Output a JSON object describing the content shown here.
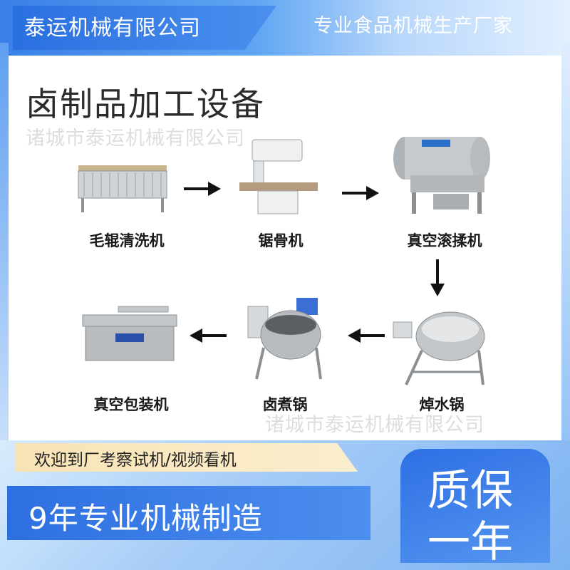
{
  "header": {
    "company": "泰运机械有限公司",
    "slogan": "专业食品机械生产厂家"
  },
  "main": {
    "title": "卤制品加工设备",
    "watermark_1": "诸城市泰运机械有限公司",
    "watermark_2": "诸城市泰运机械有限公司"
  },
  "process": {
    "steps": [
      {
        "label": "毛辊清洗机"
      },
      {
        "label": "锯骨机"
      },
      {
        "label": "真空滚揉机"
      },
      {
        "label": "焯水锅"
      },
      {
        "label": "卤煮锅"
      },
      {
        "label": "真空包装机"
      }
    ]
  },
  "footer": {
    "welcome": "欢迎到厂考察试机/视频看机",
    "years": "9年专业机械制造",
    "warranty_line1": "质保",
    "warranty_line2": "一年"
  },
  "colors": {
    "brand_blue": "#2f6fe2",
    "welcome_bar": "#f8e3b5",
    "arrow": "#111111"
  }
}
